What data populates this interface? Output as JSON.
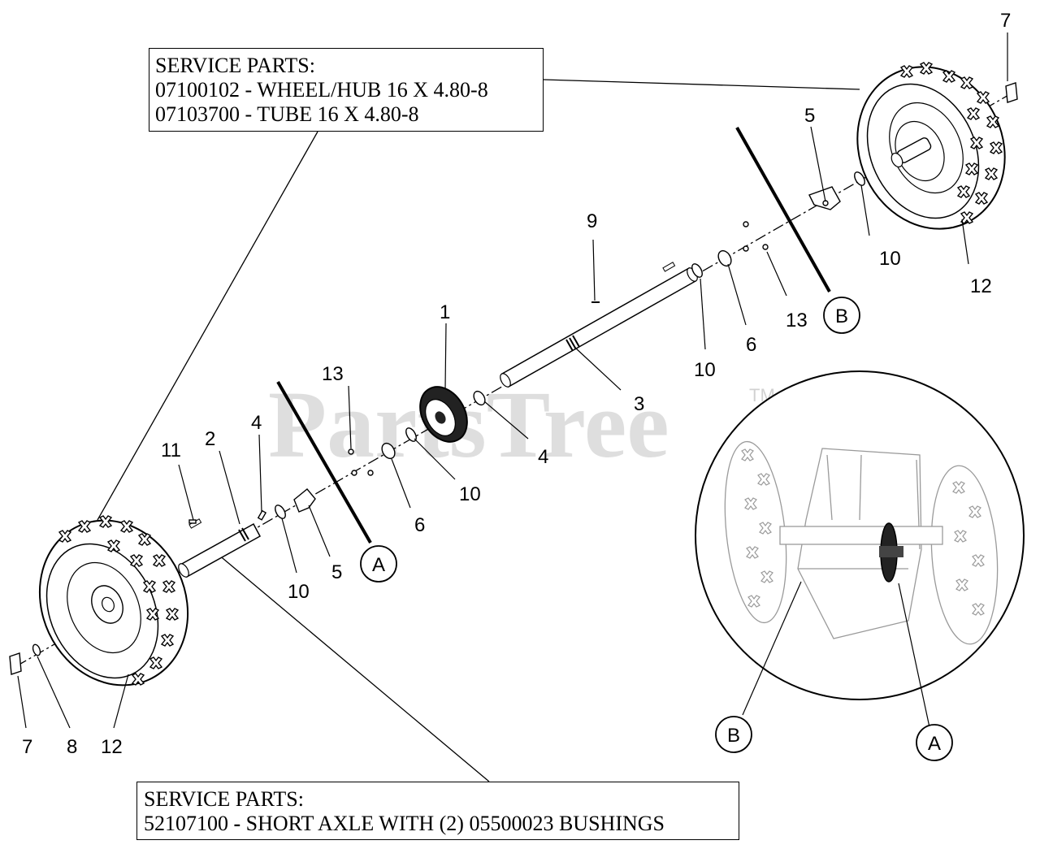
{
  "service_box_top": {
    "heading": "SERVICE PARTS:",
    "lines": [
      "07100102 - WHEEL/HUB 16 X 4.80-8",
      "07103700 - TUBE 16 X 4.80-8"
    ]
  },
  "service_box_bottom": {
    "heading": "SERVICE PARTS:",
    "line_part": "52107100",
    "line_dash": " - ",
    "line_desc": "SHORT AXLE WITH (2) 05500023 BUSHINGS"
  },
  "watermark": {
    "text": "PartsTree",
    "tm": "TM"
  },
  "callouts": {
    "c7_top": "7",
    "c5_top": "5",
    "c10_right": "10",
    "c12_right": "12",
    "c9": "9",
    "c13_right": "13",
    "c6_right": "6",
    "c10_mid": "10",
    "c1": "1",
    "c3": "3",
    "c4_mid": "4",
    "c13_left": "13",
    "c10_left_mid": "10",
    "c6_left": "6",
    "c11": "11",
    "c2": "2",
    "c4_left": "4",
    "c5_left": "5",
    "c10_left": "10",
    "c7_bottom": "7",
    "c8": "8",
    "c12_left": "12"
  },
  "section_markers": {
    "a_main": "A",
    "b_main": "B",
    "a_inset": "A",
    "b_inset": "B"
  },
  "colors": {
    "line": "#000000",
    "watermark": "#000000",
    "inset_outline": "#7a7a7a"
  }
}
